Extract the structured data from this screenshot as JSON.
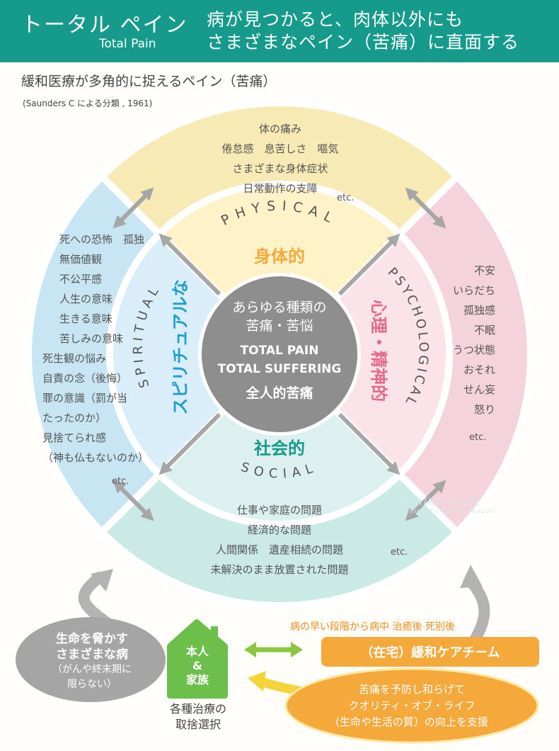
{
  "header": {
    "title_jp": "トータル ペイン",
    "title_en": "Total Pain",
    "tagline_line1": "病が見つかると、肉体以外にも",
    "tagline_line2": "さまざまなペイン（苦痛）に直面する"
  },
  "subtitle": "緩和医療が多角的に捉えるペイン（苦痛）",
  "citation": "(Saunders C による分類 , 1961)",
  "center": {
    "line1": "あらゆる種類の",
    "line2": "苦痛・苦悩",
    "line3": "TOTAL PAIN",
    "line4": "TOTAL SUFFERING",
    "line5": "全人的苦痛"
  },
  "colors": {
    "physical": "#f8eab5",
    "physical_inner": "#fdf2c8",
    "psychological": "#f5d3dc",
    "psychological_inner": "#fae3e9",
    "social": "#cbe9e5",
    "social_inner": "#dcf1ef",
    "spiritual": "#c7e5f3",
    "spiritual_inner": "#d9eef8",
    "center": "#8c8c8c",
    "arrow": "#a6a6a6",
    "teal": "#159a8c",
    "orange": "#f4a93a",
    "green": "#6cbf4a"
  },
  "physical": {
    "label_en": "PHYSICAL",
    "label_jp": "身体的",
    "items": [
      "体の痛み",
      "倦怠感　息苦しさ　嘔気",
      "さまざまな身体症状",
      "日常動作の支障"
    ],
    "etc": "etc."
  },
  "psychological": {
    "label_en": "PSYCHOLOGICAL",
    "label_jp": "心理・精神的",
    "items": [
      "不安",
      "いらだち",
      "孤独感",
      "不眠",
      "うつ状態",
      "おそれ",
      "せん妄",
      "怒り"
    ],
    "etc": "etc."
  },
  "social": {
    "label_en": "SOCIAL",
    "label_jp": "社会的",
    "items": [
      "仕事や家庭の問題",
      "経済的な問題",
      "人間関係　遺産相続の問題",
      "未解決のまま放置された問題"
    ],
    "etc": "etc."
  },
  "spiritual": {
    "label_en": "SPIRITUAL",
    "label_jp": "スピリチュアルな",
    "items": [
      "死への恐怖　孤独",
      "無価値観",
      "不公平感",
      "人生の意味",
      "生きる意味",
      "苦しみの意味",
      "死生観の悩み",
      "自責の念（後悔）",
      "罪の意識（罰が当",
      "たったのか）",
      "見捨てられ感",
      "（神も仏もないのか）"
    ],
    "etc": "etc."
  },
  "watermark": {
    "line1": "YORIKO Clinic",
    "line2": "Paniyoni Oosaka Okazaki"
  },
  "bottom": {
    "disease_line1": "生命を脅かす",
    "disease_line2": "さまざまな病",
    "disease_line3": "（がんや終末期に",
    "disease_line4": "限らない）",
    "house_line1": "本人",
    "house_line2": "&",
    "house_line3": "家族",
    "treatment_line1": "各種治療の",
    "treatment_line2": "取捨選択",
    "timing": "病の早い段階から病中 治癒後 死別後",
    "team": "（在宅）緩和ケアチーム",
    "support_line1": "苦痛を予防し和らげて",
    "support_line2": "クオリティ・オブ・ライフ",
    "support_line3": "(生命や生活の質）の向上を支援"
  }
}
